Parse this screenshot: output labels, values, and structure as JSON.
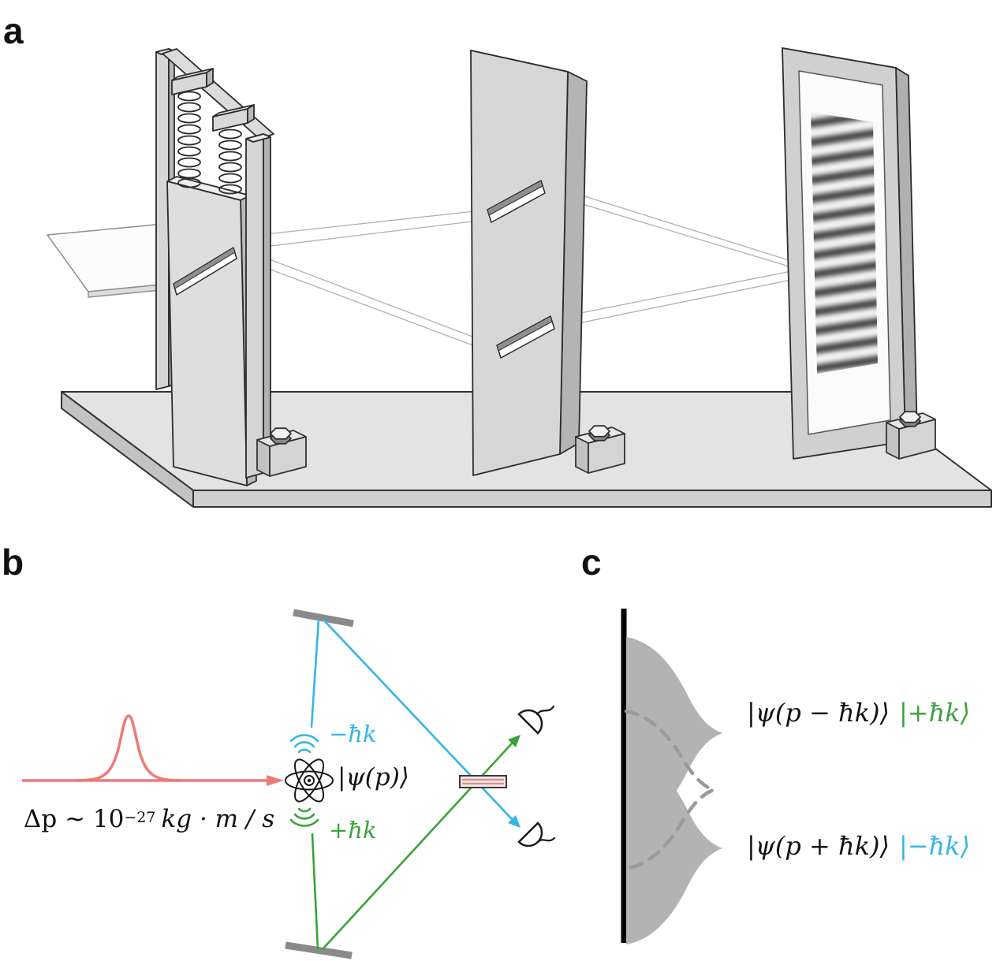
{
  "panels": {
    "a": {
      "label": "a"
    },
    "b": {
      "label": "b",
      "momentum": {
        "base": "Δp ~ 10",
        "exponent": "−27",
        "units": "kg · m / s"
      },
      "atom_state": "|ψ(p)⟩",
      "recoil_up": "−ħk",
      "recoil_down": "+ħk"
    },
    "c": {
      "label": "c",
      "upper_wavefunction": "|ψ(p − ħk)⟩",
      "upper_photon": "|+ħk⟩",
      "lower_wavefunction": "|ψ(p + ħk)⟩",
      "lower_photon": "|−ħk⟩"
    }
  },
  "colors": {
    "wavepacket_red": "#ed7a76",
    "photon_cyan": "#35b5e4",
    "photon_green": "#3aa339"
  }
}
